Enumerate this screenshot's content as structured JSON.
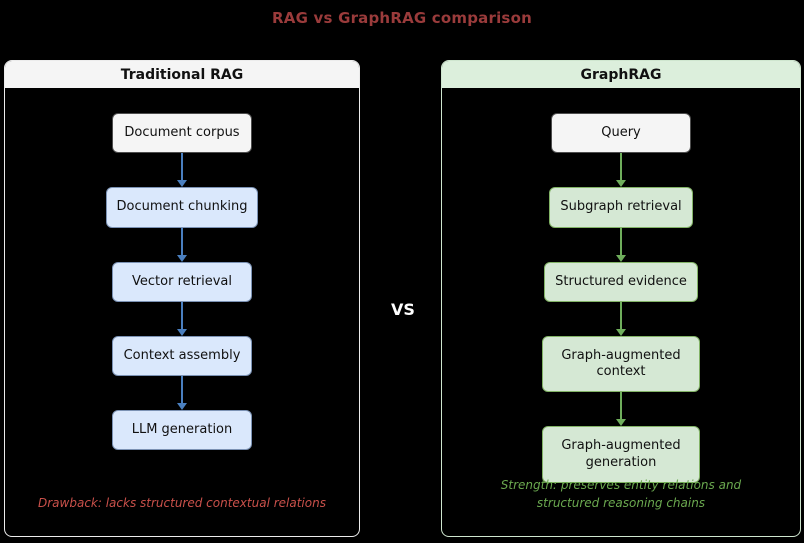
{
  "title": "RAG vs GraphRAG comparison",
  "vs_label": "VS",
  "panels": [
    {
      "header": "Traditional RAG",
      "nodes": [
        {
          "label": "Document corpus"
        },
        {
          "label": "Document chunking"
        },
        {
          "label": "Vector retrieval"
        },
        {
          "label": "Context assembly"
        },
        {
          "label": "LLM generation"
        }
      ],
      "footer": "Drawback: lacks structured contextual relations",
      "colors": {
        "header_bg": "#f5f5f5",
        "start_node_fill": "#f5f5f5",
        "node_fill": "#dae8fc",
        "node_border": "#7b92b4",
        "arrow": "#4a7fbf",
        "footer_text": "#c9504a",
        "panel_border": "#ececec"
      }
    },
    {
      "header": "GraphRAG",
      "nodes": [
        {
          "label": "Query"
        },
        {
          "label": "Subgraph retrieval"
        },
        {
          "label": "Structured evidence"
        },
        {
          "label": "Graph-augmented context"
        },
        {
          "label": "Graph-augmented generation"
        }
      ],
      "footer": "Strength: preserves entity relations and structured reasoning chains",
      "colors": {
        "header_bg": "#dcefdc",
        "start_node_fill": "#f5f5f5",
        "node_fill": "#d5e8d4",
        "node_border": "#82b366",
        "arrow": "#6fae5c",
        "footer_text": "#6aa84f",
        "panel_border": "#cfe6cf"
      }
    }
  ],
  "colors": {
    "background": "#000000",
    "title_text": "#9a3b3b",
    "vs_text": "#ffffff"
  }
}
